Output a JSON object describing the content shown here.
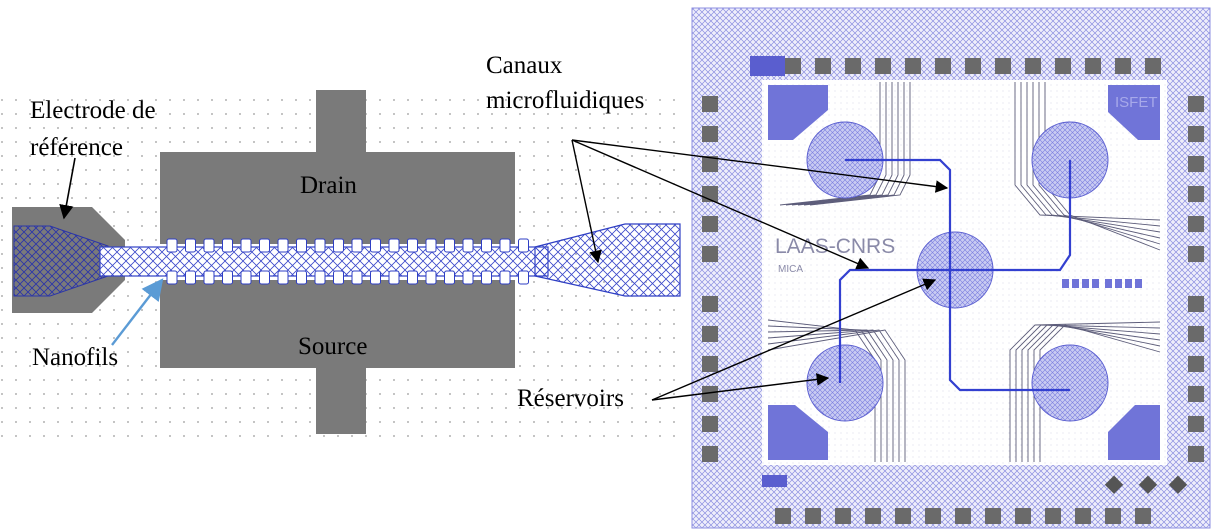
{
  "left_panel": {
    "labels": {
      "electrode_line1": "Electrode de",
      "electrode_line2": "référence",
      "drain": "Drain",
      "source": "Source",
      "nanowires": "Nanofils"
    }
  },
  "callouts": {
    "channels_line1": "Canaux",
    "channels_line2": "microfluidiques",
    "reservoirs": "Réservoirs"
  },
  "chip": {
    "title": "LAAS-CNRS",
    "subtitle": "MICA",
    "corner_label": "ISFET"
  },
  "colors": {
    "metal_gray": "#7a7a7a",
    "pattern_blue": "#2f3fc4",
    "chip_blue": "#6f73d8",
    "nanowire_arrow": "#5b9bd5",
    "pad_dark": "#6a6a6a"
  }
}
